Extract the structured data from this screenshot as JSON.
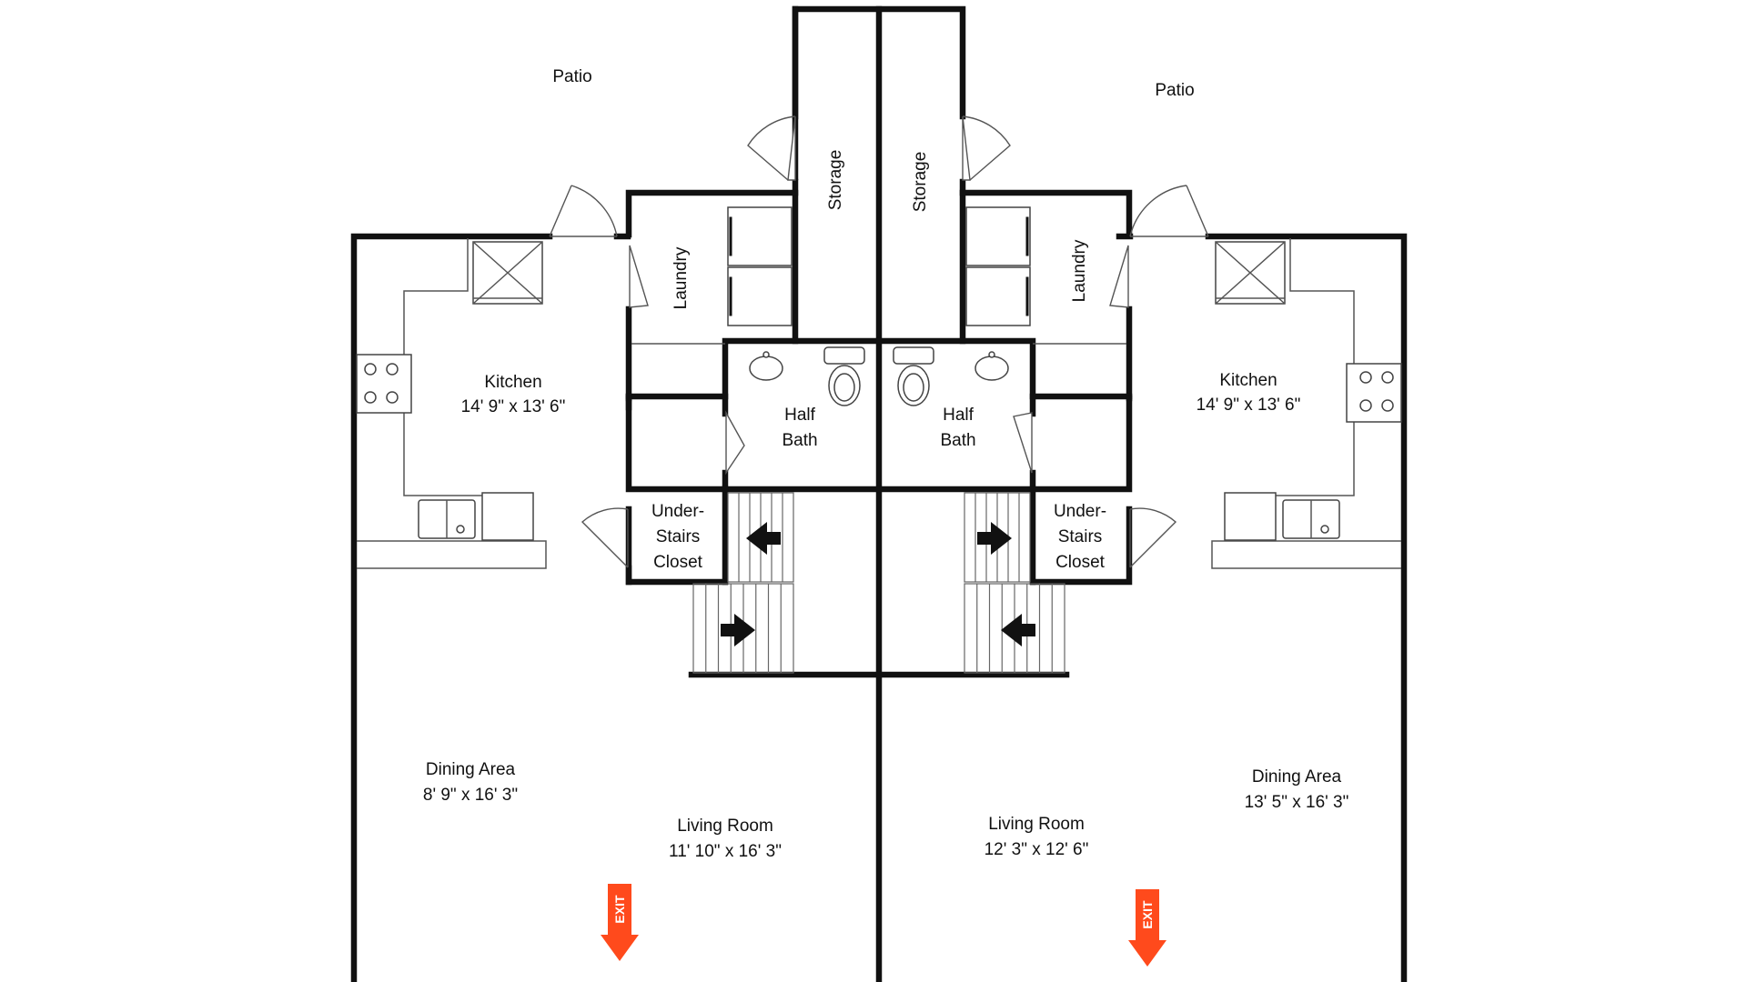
{
  "colors": {
    "wall": "#111111",
    "exit": "#ff4a1c"
  },
  "left_unit": {
    "patio": "Patio",
    "storage": "Storage",
    "laundry": "Laundry",
    "kitchen": {
      "name": "Kitchen",
      "dims": "14' 9\" x 13' 6\""
    },
    "half_bath": [
      "Half",
      "Bath"
    ],
    "closet": [
      "Under-",
      "Stairs",
      "Closet"
    ],
    "dining": {
      "name": "Dining Area",
      "dims": "8' 9\" x 16' 3\""
    },
    "living": {
      "name": "Living Room",
      "dims": "11' 10\" x 16' 3\""
    },
    "exit": "EXIT"
  },
  "right_unit": {
    "patio": "Patio",
    "storage": "Storage",
    "laundry": "Laundry",
    "kitchen": {
      "name": "Kitchen",
      "dims": "14' 9\" x 13' 6\""
    },
    "half_bath": [
      "Half",
      "Bath"
    ],
    "closet": [
      "Under-",
      "Stairs",
      "Closet"
    ],
    "dining": {
      "name": "Dining Area",
      "dims": "13' 5\" x 16' 3\""
    },
    "living": {
      "name": "Living Room",
      "dims": "12' 3\" x 12' 6\""
    },
    "exit": "EXIT"
  }
}
